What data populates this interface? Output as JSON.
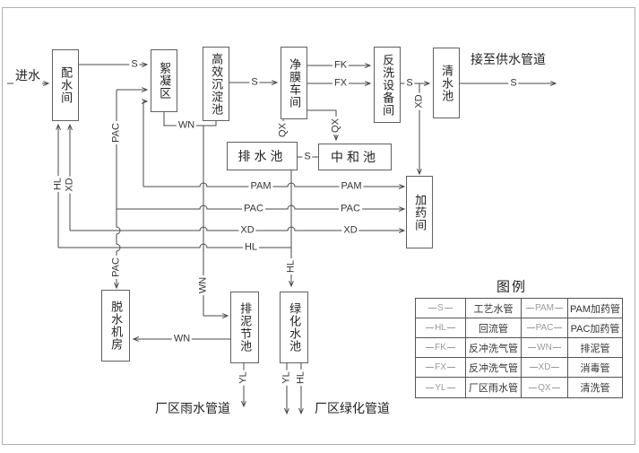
{
  "colors": {
    "line": "#4a4a4a",
    "text": "#222222",
    "legend_code": "#9a9a9a",
    "background": "#ffffff",
    "border": "#b0b0b0"
  },
  "boxes": [
    {
      "label": "配水间"
    },
    {
      "label": "絮凝区"
    },
    {
      "label": "高效沉淀池"
    },
    {
      "label": "净膜车间"
    },
    {
      "label": "反洗设备间"
    },
    {
      "label": "清水池"
    },
    {
      "label": "排水池"
    },
    {
      "label": "中和池"
    },
    {
      "label": "加药间"
    },
    {
      "label": "脱水机房"
    },
    {
      "label": "排泥节池"
    },
    {
      "label": "绿化水池"
    }
  ],
  "annotations": {
    "inflow": "进水",
    "supply": "接至供水管道",
    "rain_pipe": "厂区雨水管道",
    "green_pipe": "厂区绿化管道"
  },
  "pipe_labels": [
    {
      "text": "S"
    },
    {
      "text": "S"
    },
    {
      "text": "FK"
    },
    {
      "text": "FX"
    },
    {
      "text": "S"
    },
    {
      "text": "S"
    },
    {
      "text": "S"
    },
    {
      "text": "WN"
    },
    {
      "text": "WN"
    },
    {
      "text": "PAM"
    },
    {
      "text": "PAM"
    },
    {
      "text": "PAC"
    },
    {
      "text": "PAC"
    },
    {
      "text": "XD"
    },
    {
      "text": "XD"
    },
    {
      "text": "HL"
    },
    {
      "text": "HL"
    },
    {
      "text": "XD"
    },
    {
      "text": "PAC"
    },
    {
      "text": "PAC"
    },
    {
      "text": "WN"
    },
    {
      "text": "QX"
    },
    {
      "text": "QX"
    },
    {
      "text": "XD"
    },
    {
      "text": "HL"
    },
    {
      "text": "YL"
    },
    {
      "text": "YL"
    },
    {
      "text": "HL"
    }
  ],
  "legend": {
    "title": "图例",
    "rows": [
      {
        "code1": "S",
        "name1": "工艺水管",
        "code2": "PAM",
        "name2": "PAM加药管"
      },
      {
        "code1": "HL",
        "name1": "回流管",
        "code2": "PAC",
        "name2": "PAC加药管"
      },
      {
        "code1": "FK",
        "name1": "反冲洗气管",
        "code2": "WN",
        "name2": "排泥管"
      },
      {
        "code1": "FX",
        "name1": "反冲洗气管",
        "code2": "XD",
        "name2": "消毒管"
      },
      {
        "code1": "YL",
        "name1": "厂区雨水管",
        "code2": "QX",
        "name2": "清洗管"
      }
    ]
  }
}
